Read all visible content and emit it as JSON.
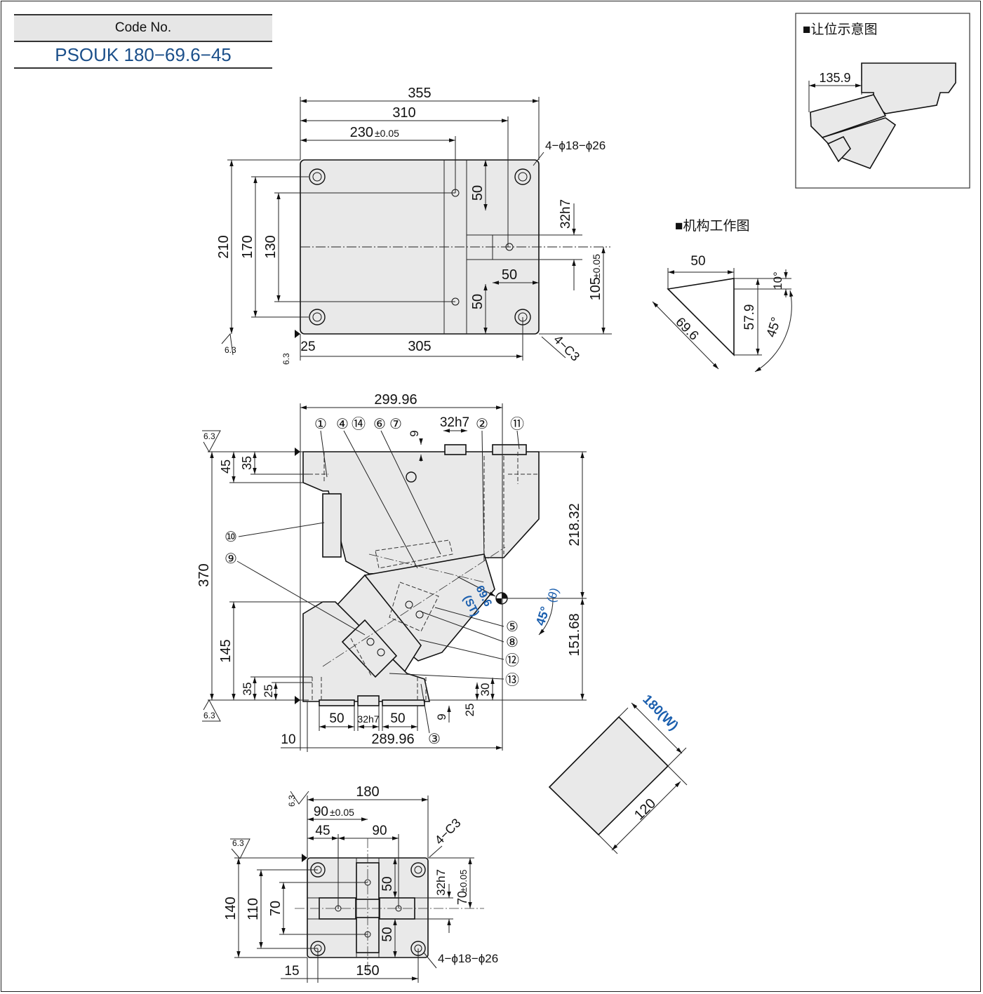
{
  "code": {
    "header": "Code No.",
    "value": "PSOUK 180−69.6−45"
  },
  "top_view": {
    "d355": "355",
    "d310": "310",
    "d230": "230",
    "d230_tol": "±0.05",
    "holes": "4−ϕ18−ϕ26",
    "d210": "210",
    "d170": "170",
    "d130": "130",
    "d50a": "50",
    "d50b": "50",
    "d50c": "50",
    "d32h7": "32h7",
    "d105": "105",
    "d105_tol": "±0.05",
    "d25": "25",
    "d305": "305",
    "chamfer": "4−C3",
    "rough": "6.3"
  },
  "front_view": {
    "d29996": "299.96",
    "d32h7": "32h7",
    "d9a": "9",
    "d45": "45",
    "d35a": "35",
    "d370": "370",
    "d145": "145",
    "d35b": "35",
    "d25a": "25",
    "d21832": "218.32",
    "d15168": "151.68",
    "d30": "30",
    "d25b": "25",
    "d9b": "9",
    "d50a": "50",
    "d32h7b": "32h7",
    "d50b": "50",
    "d10": "10",
    "d28996": "289.96",
    "stroke": "69.6",
    "stroke_tag": "(ST)",
    "angle": "45°",
    "angle_tag": "(θ)",
    "rough": "6.3",
    "balloons": [
      "①",
      "④",
      "⑭",
      "⑥",
      "⑦",
      "②",
      "⑪",
      "⑩",
      "⑨",
      "⑤",
      "⑧",
      "⑫",
      "⑬",
      "③"
    ]
  },
  "side_view": {
    "d180": "180",
    "d90": "90",
    "d90_tol": "±0.05",
    "d45": "45",
    "d90b": "90",
    "chamfer": "4−C3",
    "d140": "140",
    "d110": "110",
    "d70": "70",
    "d50a": "50",
    "d50b": "50",
    "d32h7": "32h7",
    "d70r": "70",
    "d70r_tol": "±0.05",
    "holes": "4−ϕ18−ϕ26",
    "d15": "15",
    "d150": "150",
    "rough": "6.3"
  },
  "clearance": {
    "title": "■让位示意图",
    "d1359": "135.9"
  },
  "mechanism": {
    "title": "■机构工作图",
    "d50": "50",
    "d696": "69.6",
    "d579": "57.9",
    "a10": "10°",
    "a45": "45°"
  },
  "cam_face": {
    "width": "180(W)",
    "length": "120"
  }
}
